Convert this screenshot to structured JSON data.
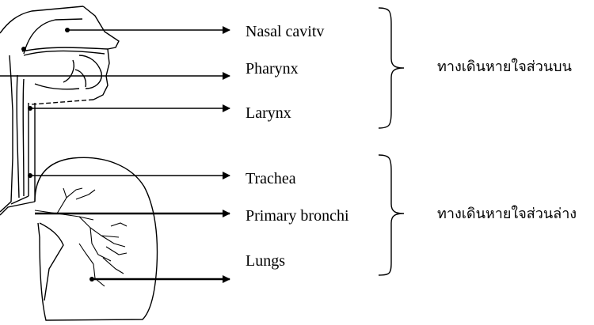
{
  "labels": {
    "nasal_cavity": "Nasal cavitv",
    "pharynx": "Pharynx",
    "larynx": "Larynx",
    "trachea": "Trachea",
    "primary_bronchi": "Primary bronchi",
    "lungs": "Lungs"
  },
  "groups": {
    "upper": "ทางเดินหายใจส่วนบน",
    "lower": "ทางเดินหายใจส่วนล่าง"
  },
  "colors": {
    "ink": "#000000",
    "background": "#ffffff"
  }
}
